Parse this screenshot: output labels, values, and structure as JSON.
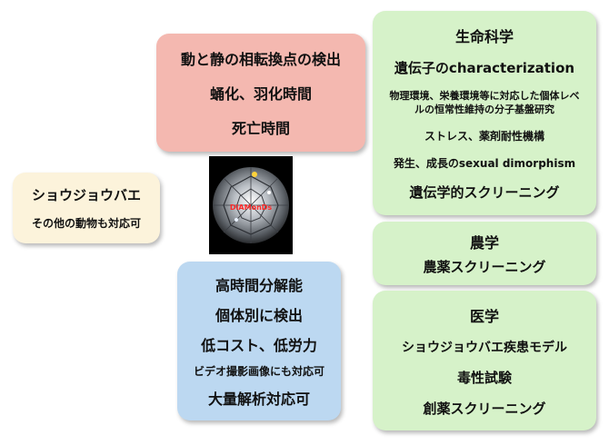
{
  "top_box": {
    "lines": [
      "動と静の相転換点の検出",
      "蛹化、羽化時間",
      "死亡時間"
    ]
  },
  "left_box": {
    "lines": [
      "ショウジョウバエ",
      "その他の動物も対応可"
    ]
  },
  "bottom_box": {
    "lines": [
      "高時間分解能",
      "個体別に検出",
      "低コスト、低労力",
      "ビデオ撮影画像にも対応可",
      "大量解析対応可"
    ]
  },
  "right_science": {
    "title": "生命科学",
    "lines": [
      "遺伝子のcharacterization",
      "物理環境、栄養環境等に対応した個体レベ",
      "ルの恒常性維持の分子基盤研究",
      "ストレス、薬剤耐性機構",
      "発生、成長のsexual dimorphism",
      "遺伝学的スクリーニング"
    ]
  },
  "right_agri": {
    "title": "農学",
    "lines": [
      "農薬スクリーニング"
    ]
  },
  "right_med": {
    "title": "医学",
    "lines": [
      "ショウジョウバエ疾患モデル",
      "毒性試験",
      "創薬スクリーニング"
    ]
  },
  "center_image": {
    "label": "DIAMonDs",
    "icon": "diamond-icon",
    "label_color": "#ff2a2a"
  },
  "colors": {
    "pink_box": "#f4b8b0",
    "cream_box": "#fcf3db",
    "blue_box": "#bcd8f1",
    "green_box": "#d6f2c9"
  }
}
